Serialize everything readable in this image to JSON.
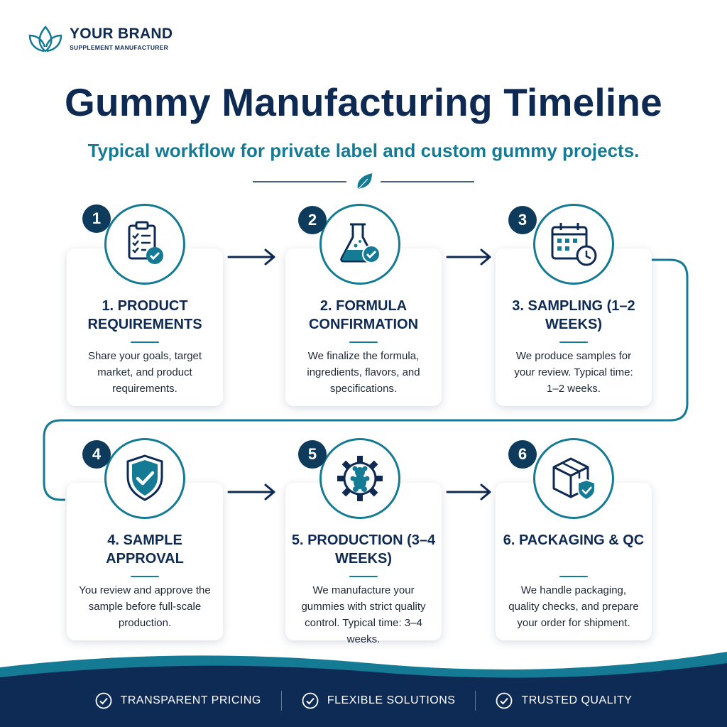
{
  "brand": {
    "name": "YOUR BRAND",
    "tagline": "SUPPLEMENT MANUFACTURER"
  },
  "header": {
    "title": "Gummy Manufacturing Timeline",
    "subtitle": "Typical workflow for private label and custom gummy projects."
  },
  "steps": [
    {
      "number": "1",
      "title": "1. PRODUCT REQUIREMENTS",
      "description": "Share your goals, target market, and product requirements.",
      "icon": "clipboard-check-icon"
    },
    {
      "number": "2",
      "title": "2. FORMULA CONFIRMATION",
      "description": "We finalize the formula, ingredients, flavors, and specifications.",
      "icon": "flask-check-icon"
    },
    {
      "number": "3",
      "title": "3. SAMPLING (1–2 WEEKS)",
      "description": "We produce samples for your review. Typical time: 1–2 weeks.",
      "icon": "calendar-clock-icon"
    },
    {
      "number": "4",
      "title": "4. SAMPLE APPROVAL",
      "description": "You review and approve the sample before full-scale production.",
      "icon": "shield-check-icon"
    },
    {
      "number": "5",
      "title": "5. PRODUCTION (3–4 WEEKS)",
      "description": "We manufacture your gummies with strict quality control. Typical time: 3–4 weeks.",
      "icon": "gear-gummy-bear-icon"
    },
    {
      "number": "6",
      "title": "6. PACKAGING & QC",
      "description": "We handle packaging, quality checks, and prepare your order for shipment.",
      "icon": "box-shield-icon"
    }
  ],
  "footer": {
    "badges": [
      "TRANSPARENT PRICING",
      "FLEXIBLE SOLUTIONS",
      "TRUSTED QUALITY"
    ]
  },
  "colors": {
    "navy": "#0e2a52",
    "teal": "#157a93",
    "dark_blue": "#0e3b5c",
    "footer_bg": "#0d2b55"
  }
}
